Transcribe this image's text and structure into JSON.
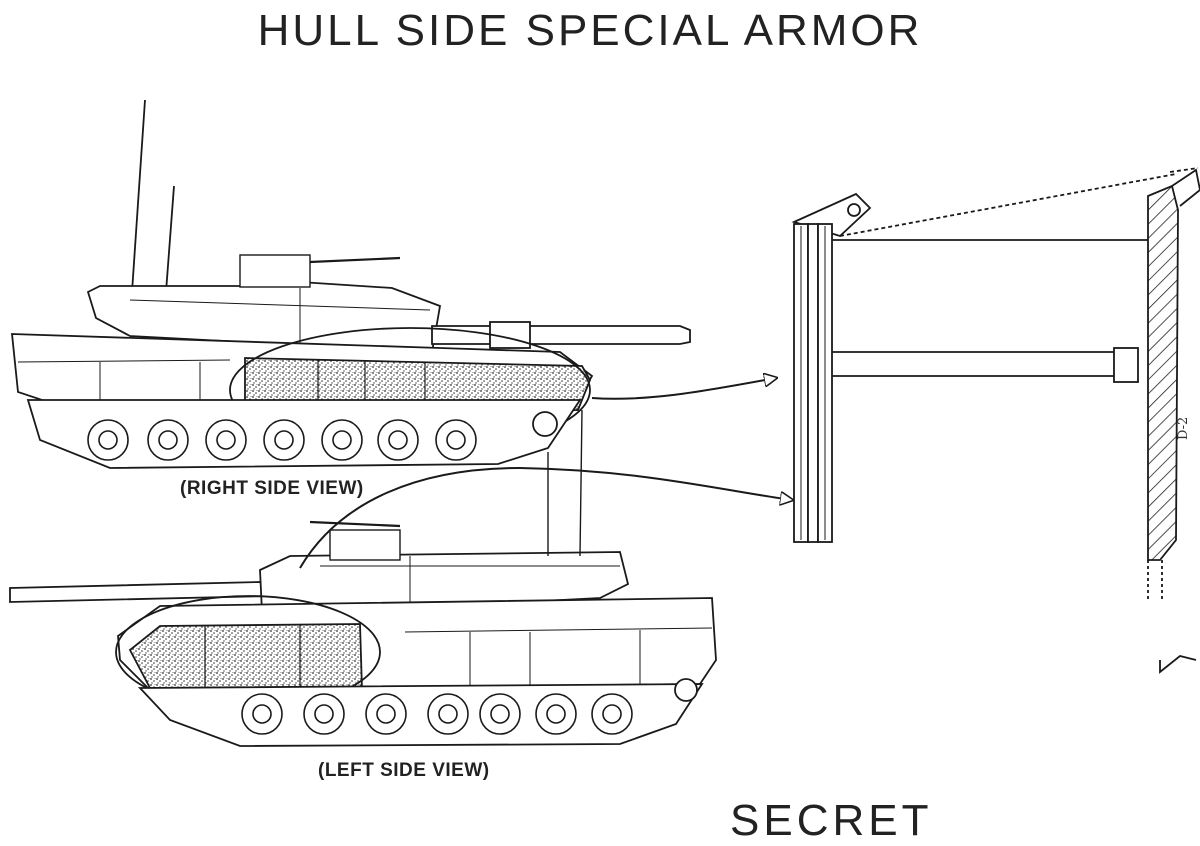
{
  "title": "HULL SIDE SPECIAL ARMOR",
  "right_view_caption": "(RIGHT SIDE VIEW)",
  "left_view_caption": "(LEFT SIDE VIEW)",
  "classification_stamp": "SECRET",
  "page_number": "D-2",
  "colors": {
    "ink": "#1a1a1a",
    "paper": "#ffffff",
    "stipple": "#555555"
  }
}
